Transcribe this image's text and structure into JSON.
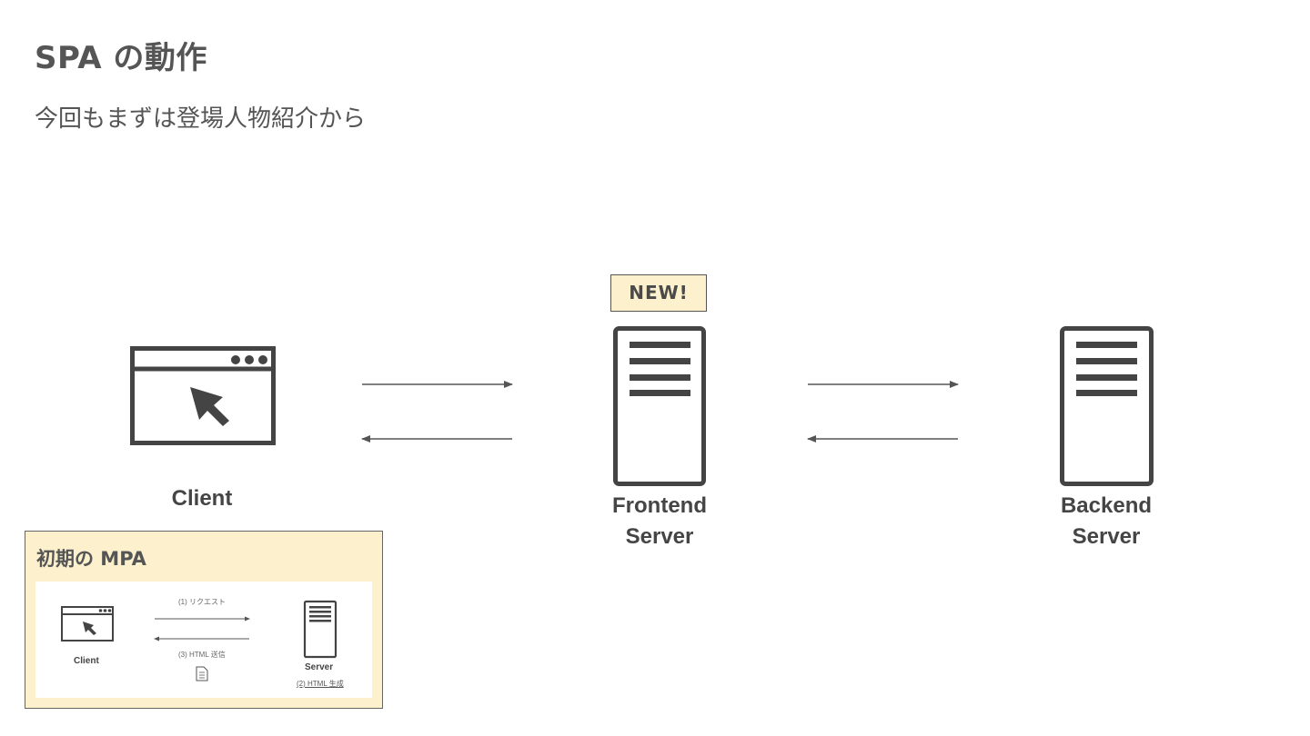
{
  "slide": {
    "title": "SPA の動作",
    "subtitle": "今回もまずは登場人物紹介から"
  },
  "diagram": {
    "nodes": {
      "client": {
        "label": "Client",
        "icon": "browser-window-cursor-icon"
      },
      "frontend": {
        "label_line1": "Frontend",
        "label_line2": "Server",
        "icon": "server-icon",
        "badge": "NEW!"
      },
      "backend": {
        "label_line1": "Backend",
        "label_line2": "Server",
        "icon": "server-icon"
      }
    },
    "colors": {
      "icon": "#444444",
      "arrow": "#555555",
      "badge_bg": "#fdf1cd",
      "panel_bg": "#fdf1cd"
    }
  },
  "mpa_panel": {
    "title": "初期の MPA",
    "client_label": "Client",
    "server_label": "Server",
    "step1": "(1) リクエスト",
    "step3": "(3) HTML 送信",
    "step2": "(2) HTML 生成",
    "document_icon": "document-icon"
  }
}
